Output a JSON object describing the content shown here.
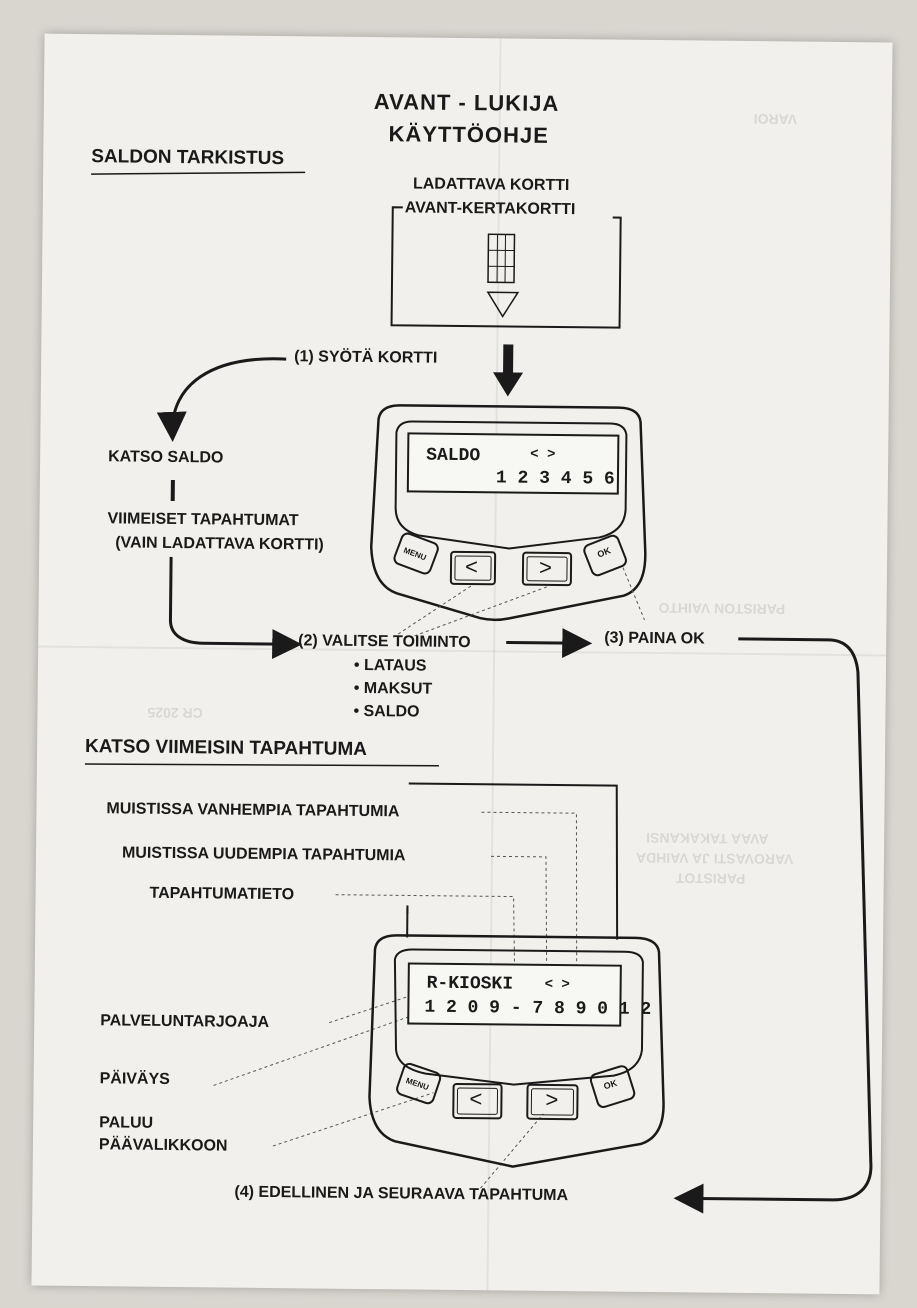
{
  "title": {
    "line1": "AVANT - LUKIJA",
    "line2": "KÄYTTÖOHJE"
  },
  "saldon_tarkistus": {
    "heading": "SALDON TARKISTUS",
    "card_label1": "LADATTAVA KORTTI",
    "card_label2": "AVANT-KERTAKORTTI",
    "step1": "(1) SYÖTÄ KORTTI",
    "katso_saldo": "KATSO SALDO",
    "viimeiset1": "VIIMEISET TAPAHTUMAT",
    "viimeiset2": "(VAIN LADATTAVA KORTTI)",
    "lcd_line1": "SALDO",
    "lcd_arrows": "<  >",
    "lcd_line2": "1 2 3 4 5 6",
    "step2": "(2) VALITSE TOIMINTO",
    "step3": "(3) PAINA OK",
    "options": [
      "• LATAUS",
      "• MAKSUT",
      "• SALDO"
    ]
  },
  "viimeisin": {
    "heading": "KATSO VIIMEISIN TAPAHTUMA",
    "vanhempia": "MUISTISSA VANHEMPIA TAPAHTUMIA",
    "uudempia": "MUISTISSA UUDEMPIA TAPAHTUMIA",
    "tapahtumatieto": "TAPAHTUMATIETO",
    "palveluntarjoaja": "PALVELUNTARJOAJA",
    "paivays": "PÄIVÄYS",
    "paluu1": "PALUU",
    "paluu2": "PÄÄVALIKKOON",
    "lcd_line1": "R-KIOSKI",
    "lcd_arrows": "<  >",
    "lcd_line2": "1 2 0 9  - 7 8 9 0 1 2",
    "step4": "(4) EDELLINEN JA SEURAAVA TAPAHTUMA"
  },
  "buttons": {
    "menu": "MENU",
    "left": "<",
    "right": ">",
    "ok": "OK"
  },
  "ghost_text": {
    "varoi": "VAROI",
    "pariston": "PARISTON VAIHTO",
    "cr": "CR 2025",
    "avaa": "AVAA TAKAKANSI",
    "varovasti": "VAROVASTI JA VAIHDA",
    "paristo": "PARISTOT"
  }
}
